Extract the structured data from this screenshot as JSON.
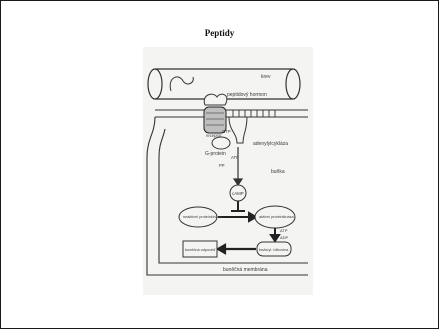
{
  "slide": {
    "title": "Peptidy"
  },
  "diagram": {
    "labels": {
      "blood": "krev",
      "peptide_hormone": "peptidový hormon",
      "receptor": "receptor",
      "gtp": "GTP",
      "g_protein": "G-protein",
      "adenylyl_cyclase": "adenylylcykláza",
      "atp": "ATP",
      "pp": "PP",
      "cytoplasm": "buňka",
      "camp": "cAMP",
      "inactive_kinase": "neaktivní proteinkináza",
      "active_kinase": "aktivní proteinkináza",
      "atp2": "ATP",
      "adp": "ADP",
      "phosphorylated_protein": "fosforyl. bílkovina",
      "cell_response": "buněčná odpověď",
      "cell_membrane": "buněčná membrána"
    }
  }
}
